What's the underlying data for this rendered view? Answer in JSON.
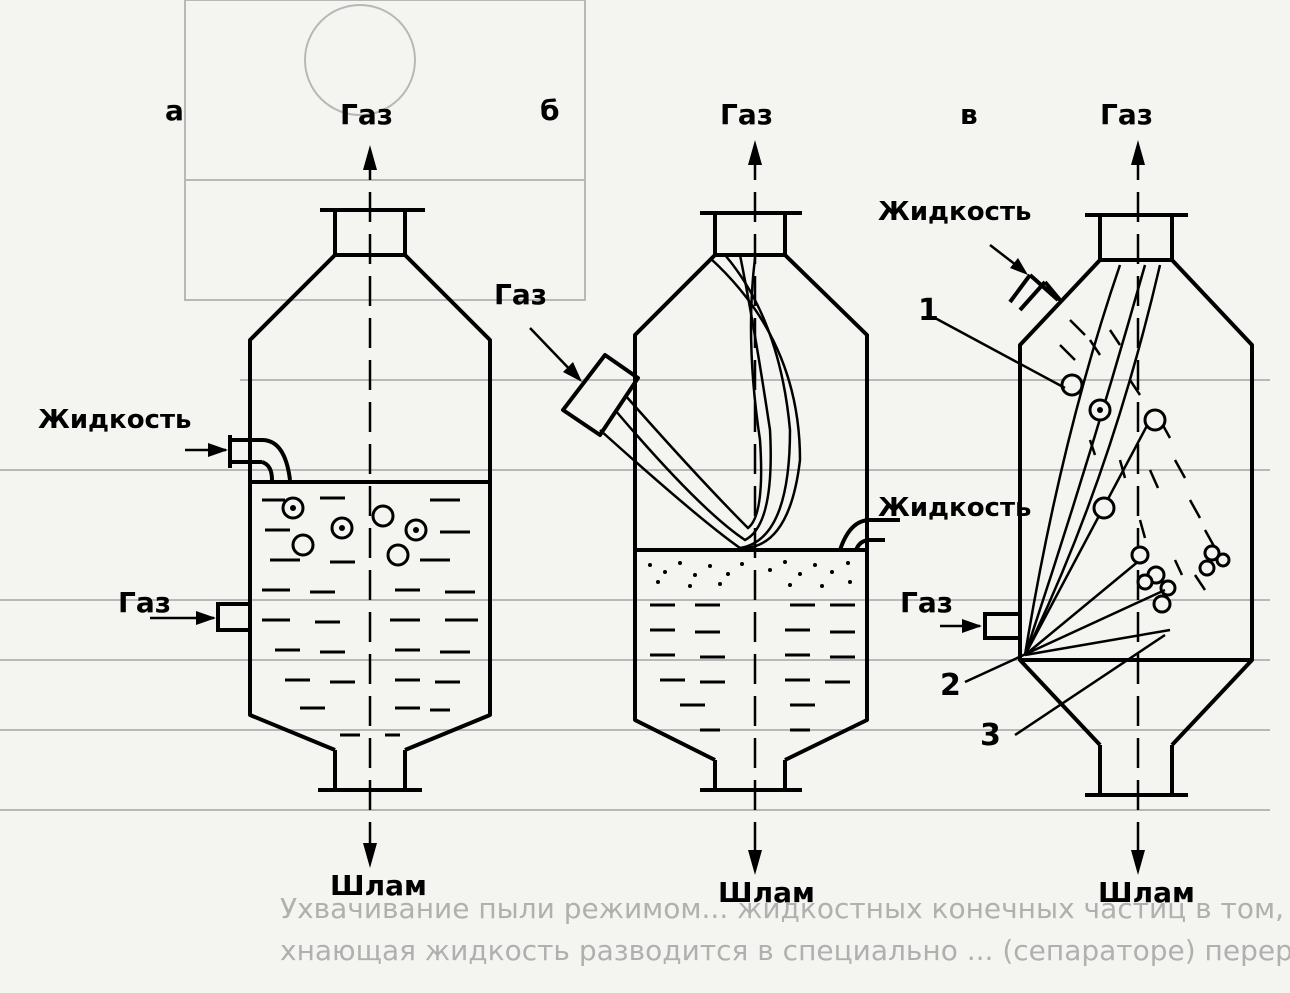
{
  "panels": [
    {
      "id": "a",
      "letter": "а",
      "top_label": "Газ",
      "bottom_label": "Шлам",
      "liquid_label": "Жидкость",
      "gas_in_label": "Газ"
    },
    {
      "id": "b",
      "letter": "б",
      "top_label": "Газ",
      "bottom_label": "Шлам",
      "liquid_label": "Жидкость",
      "gas_in_label": "Газ"
    },
    {
      "id": "c",
      "letter": "в",
      "top_label": "Газ",
      "bottom_label": "Шлам",
      "liquid_label": "Жидкость",
      "gas_in_label": "Газ",
      "callouts": [
        "1",
        "2",
        "3"
      ]
    }
  ],
  "background_text": [
    "Ухвачивание пыли режимом... жидкостных конечных частиц в том, что",
    "хнающая жидкость разводится в специально ... (сепараторе) перерождения"
  ]
}
